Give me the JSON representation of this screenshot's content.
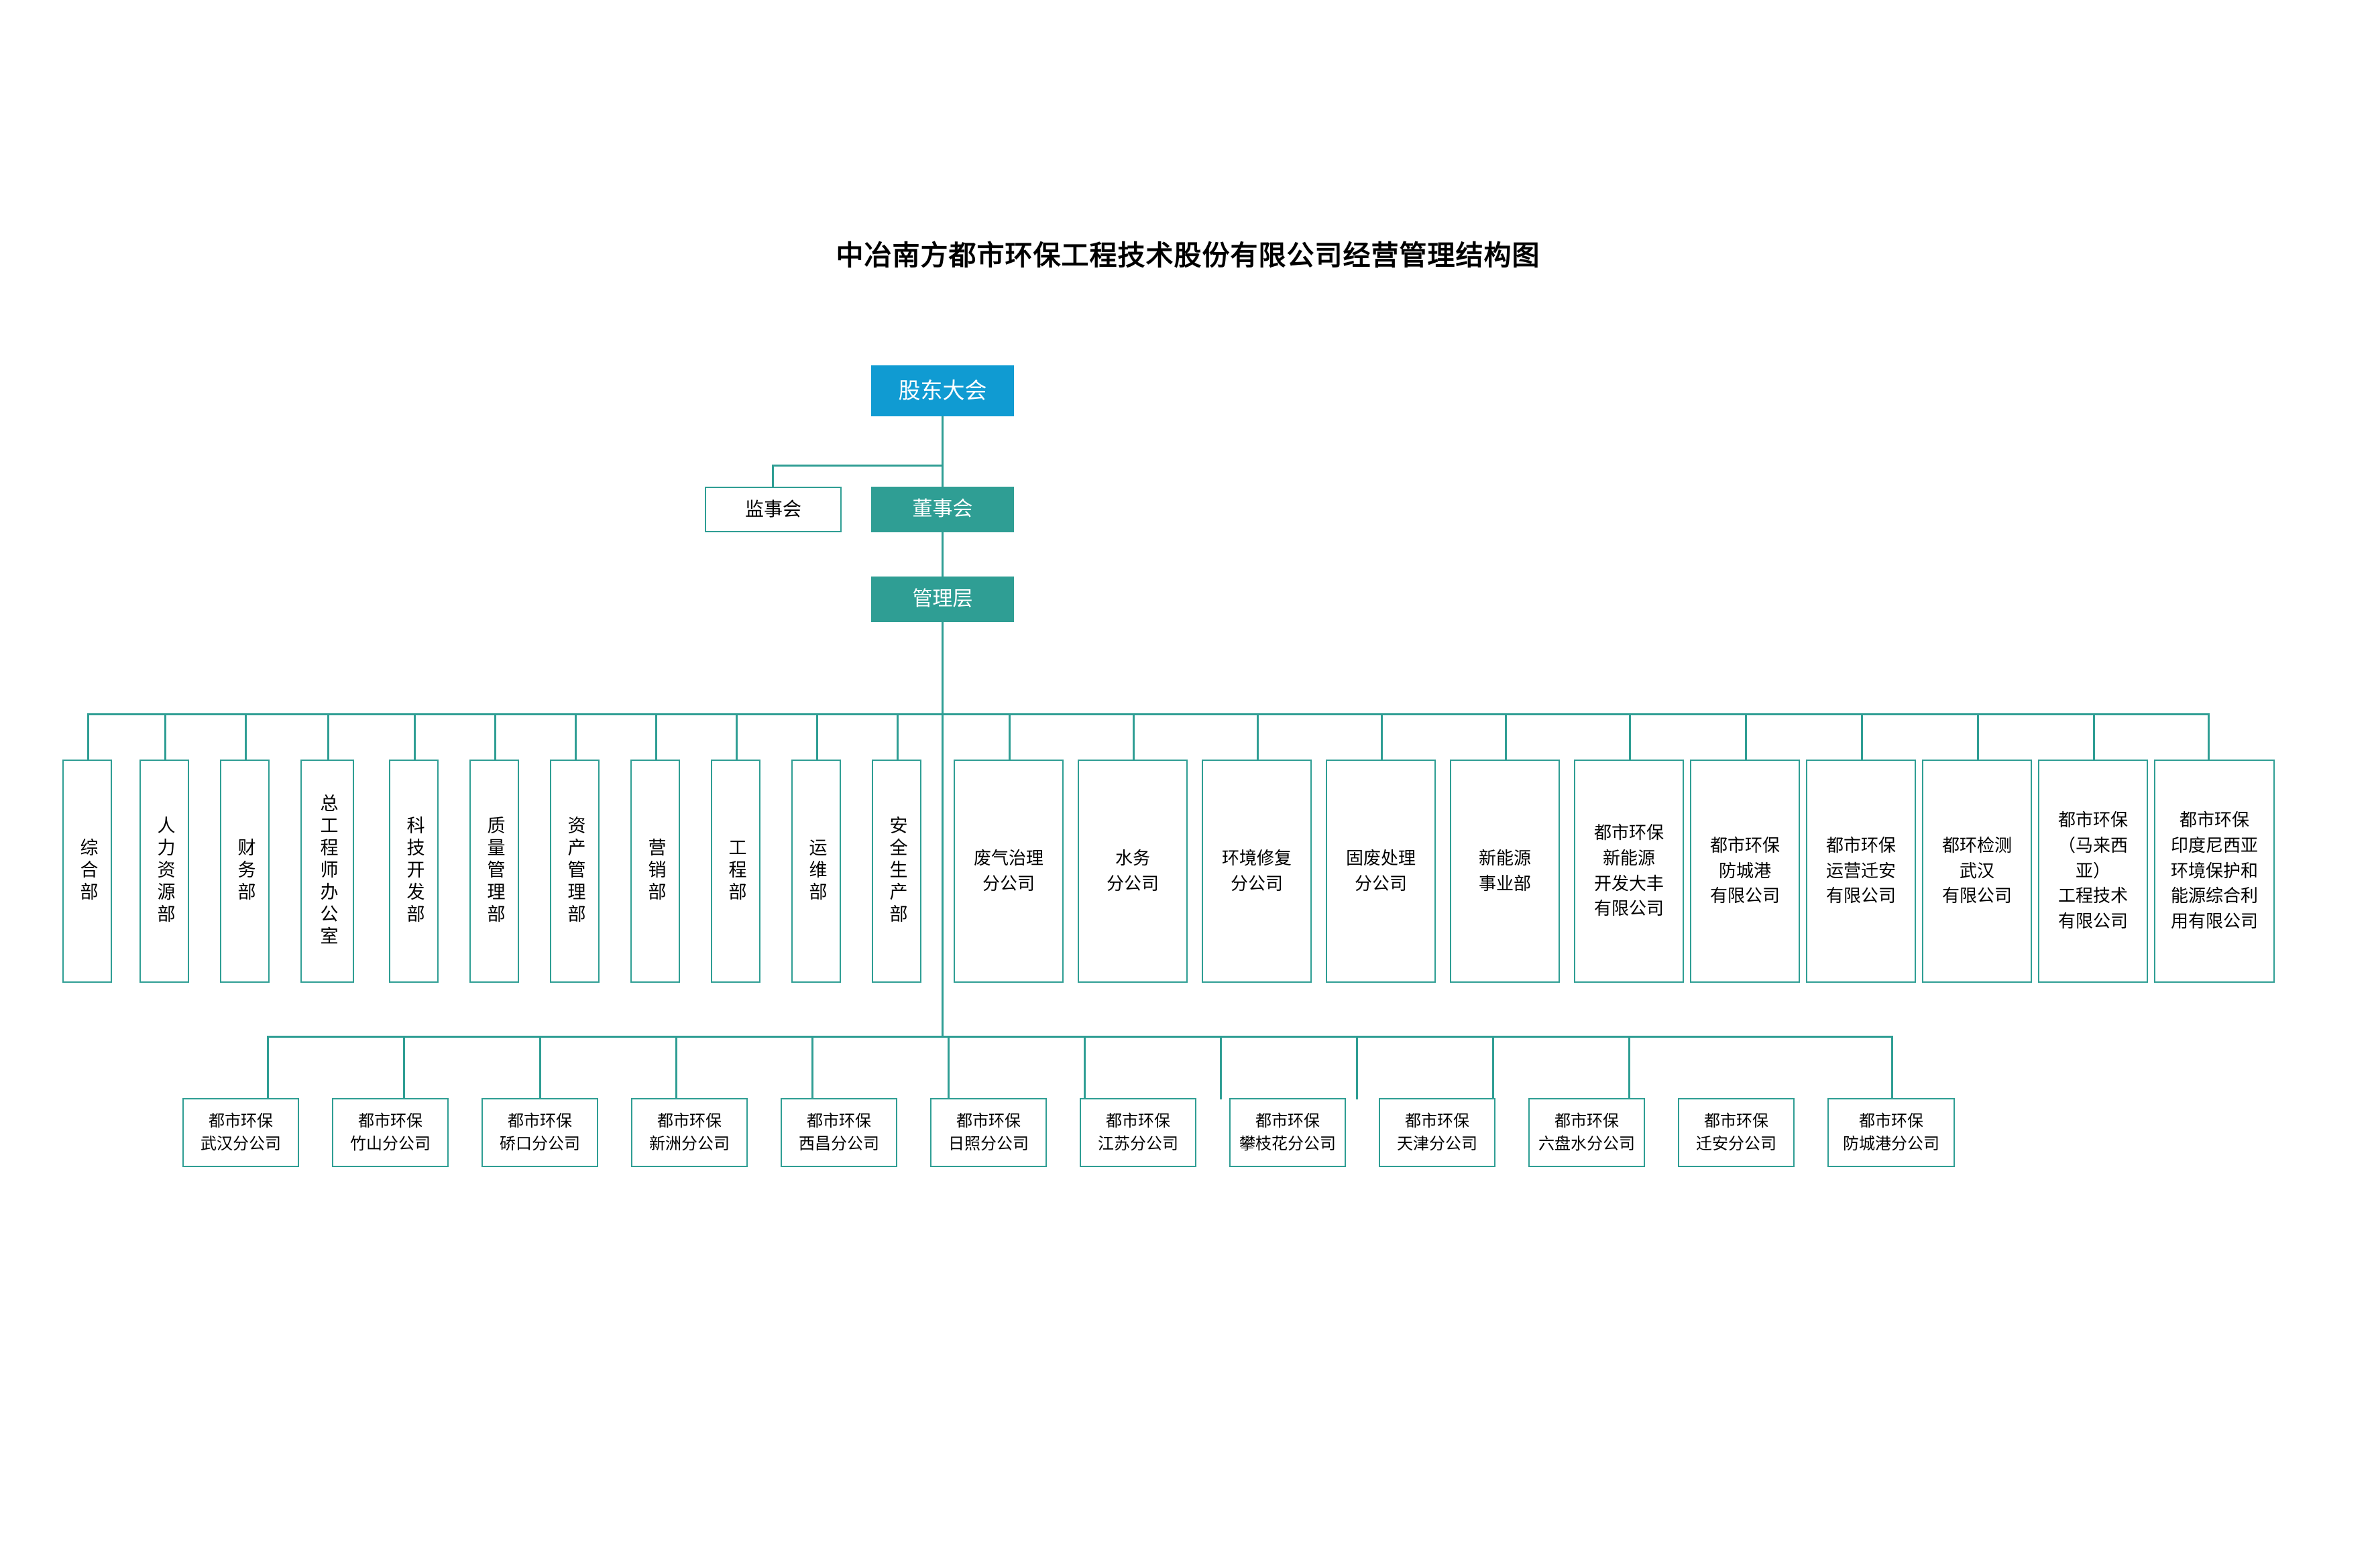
{
  "title": "中冶南方都市环保工程技术股份有限公司经营管理结构图",
  "colors": {
    "accent_blue": "#109BD2",
    "accent_teal": "#2f9e94",
    "box_border": "#2f9e94",
    "background": "#ffffff",
    "text_dark": "#000000",
    "text_light": "#ffffff"
  },
  "hierarchy": {
    "shareholders": "股东大会",
    "supervisors": "监事会",
    "board": "董事会",
    "management": "管理层"
  },
  "departments": [
    {
      "label": "综合部"
    },
    {
      "label": "人力资源部"
    },
    {
      "label": "财务部"
    },
    {
      "label": "总工程师办公室"
    },
    {
      "label": "科技开发部"
    },
    {
      "label": "质量管理部"
    },
    {
      "label": "资产管理部"
    },
    {
      "label": "营销部"
    },
    {
      "label": "工程部"
    },
    {
      "label": "运维部"
    },
    {
      "label": "安全生产部"
    }
  ],
  "subsidiaries": [
    {
      "lines": [
        "废气治理",
        "分公司"
      ]
    },
    {
      "lines": [
        "水务",
        "分公司"
      ]
    },
    {
      "lines": [
        "环境修复",
        "分公司"
      ]
    },
    {
      "lines": [
        "固废处理",
        "分公司"
      ]
    },
    {
      "lines": [
        "新能源",
        "事业部"
      ]
    },
    {
      "lines": [
        "都市环保",
        "新能源",
        "开发大丰",
        "有限公司"
      ]
    },
    {
      "lines": [
        "都市环保",
        "防城港",
        "有限公司"
      ]
    },
    {
      "lines": [
        "都市环保",
        "运营迁安",
        "有限公司"
      ]
    },
    {
      "lines": [
        "都环检测",
        "武汉",
        "有限公司"
      ]
    },
    {
      "lines": [
        "都市环保",
        "（马来西亚）",
        "工程技术",
        "有限公司"
      ]
    },
    {
      "lines": [
        "都市环保",
        "印度尼西亚",
        "环境保护和",
        "能源综合利",
        "用有限公司"
      ]
    }
  ],
  "branches": [
    {
      "lines": [
        "都市环保",
        "武汉分公司"
      ]
    },
    {
      "lines": [
        "都市环保",
        "竹山分公司"
      ]
    },
    {
      "lines": [
        "都市环保",
        "硚口分公司"
      ]
    },
    {
      "lines": [
        "都市环保",
        "新洲分公司"
      ]
    },
    {
      "lines": [
        "都市环保",
        "西昌分公司"
      ]
    },
    {
      "lines": [
        "都市环保",
        "日照分公司"
      ]
    },
    {
      "lines": [
        "都市环保",
        "江苏分公司"
      ]
    },
    {
      "lines": [
        "都市环保",
        "攀枝花分公司"
      ]
    },
    {
      "lines": [
        "都市环保",
        "天津分公司"
      ]
    },
    {
      "lines": [
        "都市环保",
        "六盘水分公司"
      ]
    },
    {
      "lines": [
        "都市环保",
        "迁安分公司"
      ]
    },
    {
      "lines": [
        "都市环保",
        "防城港分公司"
      ]
    }
  ]
}
